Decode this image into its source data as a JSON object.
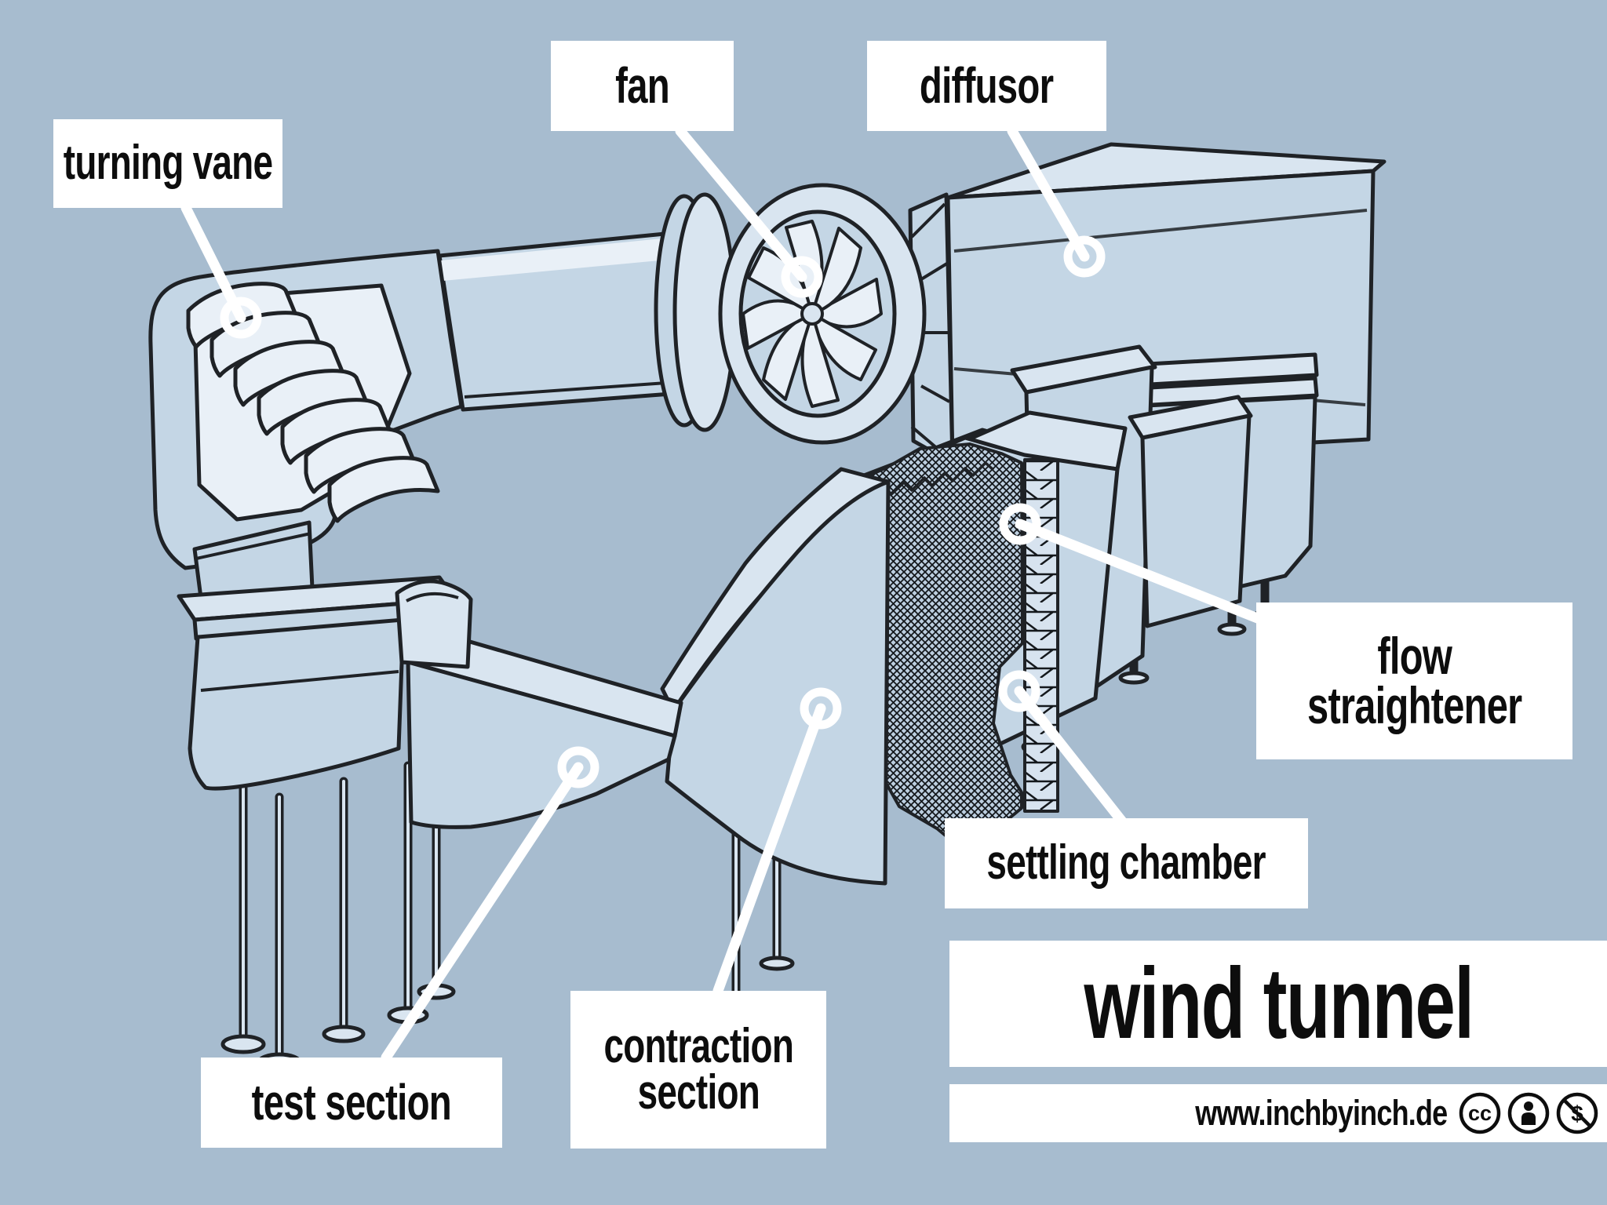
{
  "title": "wind tunnel",
  "footer": {
    "website": "www.inchbyinch.de"
  },
  "license": {
    "icons": [
      "creative-commons",
      "attribution-person",
      "non-commercial-dollar"
    ]
  },
  "labels": {
    "turning_vane": "turning vane",
    "fan": "fan",
    "diffusor": "diffusor",
    "flow_straightener_line1": "flow",
    "flow_straightener_line2": "straightener",
    "settling_chamber": "settling chamber",
    "contraction_section_line1": "contraction",
    "contraction_section_line2": "section",
    "test_section": "test section"
  },
  "illustration": {
    "subject": "closed-loop wind tunnel, hand-drawn isometric view",
    "callout_parts": [
      "turning vane",
      "fan",
      "diffusor",
      "flow straightener",
      "settling chamber",
      "contraction section",
      "test section"
    ]
  },
  "colors": {
    "bg": "#a7bccf",
    "ink": "#1f2226",
    "duct": "#c4d6e5",
    "duct_light": "#d9e5f0",
    "duct_lighter": "#e9f0f7",
    "label_bg": "#ffffff",
    "label_text": "#0d0d0d",
    "leader": "#ffffff"
  }
}
